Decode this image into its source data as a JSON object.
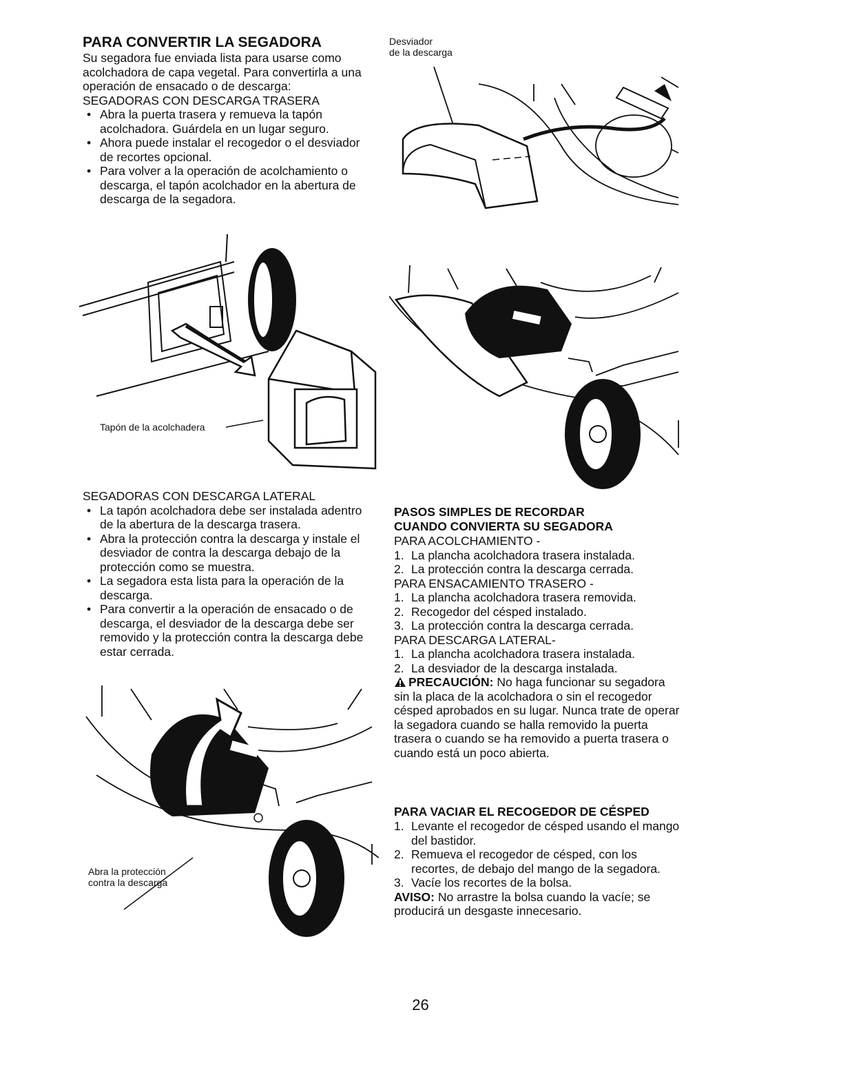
{
  "section1": {
    "title": "PARA CONVERTIR LA SEGADORA",
    "intro": "Su segadora fue enviada lista para usarse como acolchadora de capa vegetal. Para convertirla a una operación de ensacado o de descarga:",
    "rear_heading": "SEGADORAS CON DESCARGA TRASERA",
    "rear_bullets": [
      "Abra la puerta trasera y remueva la tapón acolchadora. Guárdela en un lugar seguro.",
      "Ahora puede instalar el recogedor o el desviador de recortes opcional.",
      "Para volver a la operación de acolchamiento o descarga, el tapón acolchador en la abertura de descarga de la segadora."
    ]
  },
  "figures": {
    "mulch_plug_caption": "Tapón de la acolchadera",
    "deflector_caption_line1": "Desviador",
    "deflector_caption_line2": "de la descarga",
    "open_guard_caption_line1": "Abra la protección",
    "open_guard_caption_line2": "contra la descarga"
  },
  "section2": {
    "heading": "SEGADORAS CON DESCARGA LATERAL",
    "bullets": [
      "La tapón acolchadora debe ser instalada adentro de la abertura de la descarga trasera.",
      "Abra la protección contra la descarga y instale el desviador de contra la descarga debajo de la protección como se muestra.",
      "La segadora esta lista para la operación de la descarga.",
      "Para convertir a la operación de ensacado o de descarga, el desviador de la descarga debe ser removido y la protección contra la descarga debe estar cerrada."
    ]
  },
  "section3": {
    "title_line1": "PASOS SIMPLES DE RECORDAR",
    "title_line2": "CUANDO CONVIERTA SU SEGADORA",
    "mulch_heading": "PARA ACOLCHAMIENTO -",
    "mulch_steps": [
      {
        "n": "1.",
        "text": "La plancha acolchadora trasera instalada."
      },
      {
        "n": "2.",
        "text": "La protección contra la descarga cerrada."
      }
    ],
    "bag_heading": "PARA ENSACAMIENTO TRASERO -",
    "bag_steps": [
      {
        "n": "1.",
        "text": "La plancha acolchadora trasera removida."
      },
      {
        "n": "2.",
        "text": "Recogedor del césped instalado."
      },
      {
        "n": "3.",
        "text": "La protección contra la descarga cerrada."
      }
    ],
    "side_heading": "PARA DESCARGA LATERAL-",
    "side_steps": [
      {
        "n": "1.",
        "text": "La plancha acolchadora trasera instalada."
      },
      {
        "n": "2.",
        "text": "La desviador de la descarga instalada."
      }
    ],
    "caution_label": "PRECAUCIÓN:",
    "caution_text": "No haga funcionar su segadora sin la placa de la acolchadora o sin el recogedor césped aprobados en su lugar. Nunca trate de operar la segadora cuando se halla removido la puerta trasera o cuando se ha removido a puerta trasera o cuando está un poco abierta."
  },
  "section4": {
    "title": "PARA VACIAR EL RECOGEDOR DE CÉSPED",
    "steps": [
      {
        "n": "1.",
        "text": "Levante el recogedor de césped usando el mango del bastidor."
      },
      {
        "n": "2.",
        "text": "Remueva el recogedor de césped, con los recortes, de debajo del mango de la segadora."
      },
      {
        "n": "3.",
        "text": "Vacíe los recortes de la bolsa."
      }
    ],
    "notice_label": "AVISO:",
    "notice_text": "No arrastre la bolsa cuando la vacíe; se producirá un desgaste innecesario."
  },
  "page_number": "26"
}
